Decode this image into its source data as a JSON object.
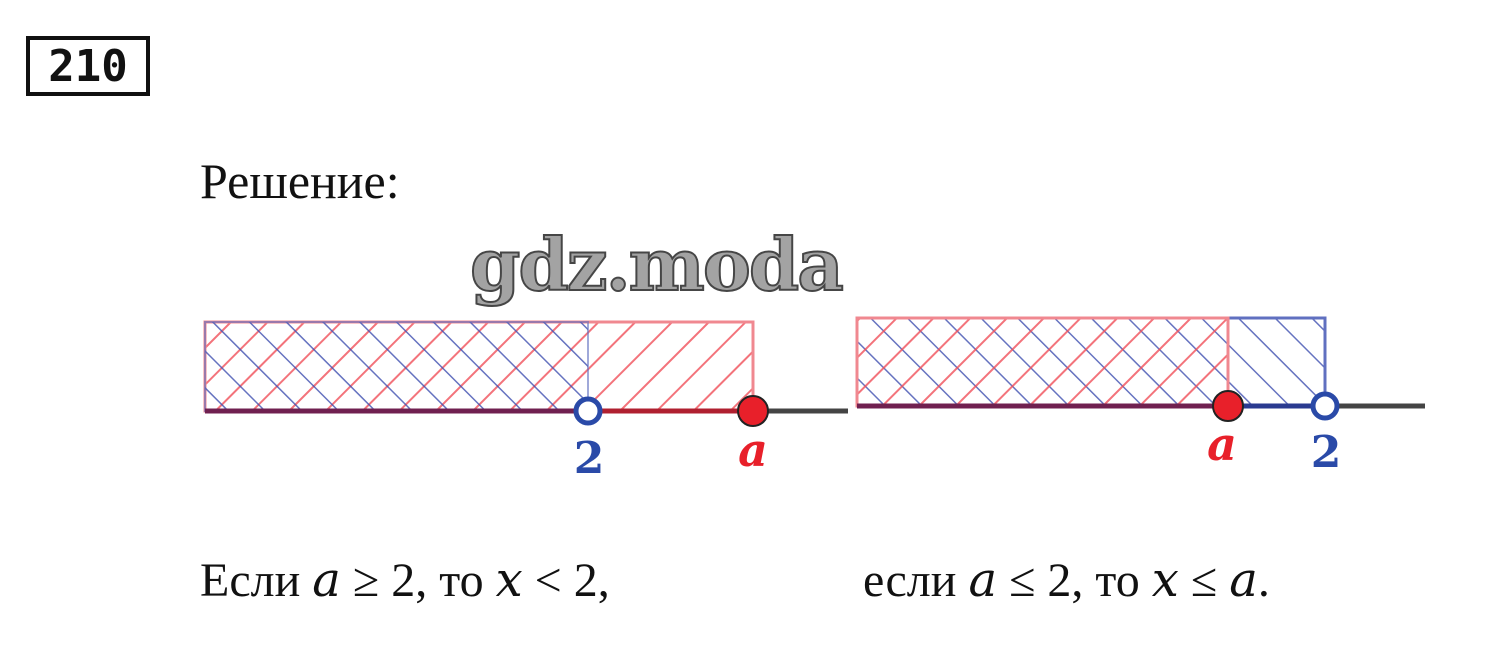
{
  "problem_number": "210",
  "heading": "Решение:",
  "watermark": "gdz.moda",
  "diagram_left": {
    "point_2_label": "2",
    "point_a_label": "a",
    "point_2_type": "open",
    "point_a_type": "closed"
  },
  "diagram_right": {
    "point_a_label": "a",
    "point_2_label": "2",
    "point_2_type": "open",
    "point_a_type": "closed"
  },
  "colors": {
    "red": "#e8202a",
    "blue": "#2a4aa8",
    "axis": "#444444"
  },
  "conditions": {
    "left": {
      "prefix": "Если ",
      "var1": "a",
      "rel1": " ≥ 2, то ",
      "var2": "x",
      "rel2": " < 2,"
    },
    "right": {
      "prefix": "если ",
      "var1": "a",
      "rel1": " ≤ 2, то ",
      "var2": "x",
      "rel2": " ≤ ",
      "var3": "a",
      "suffix": "."
    }
  }
}
